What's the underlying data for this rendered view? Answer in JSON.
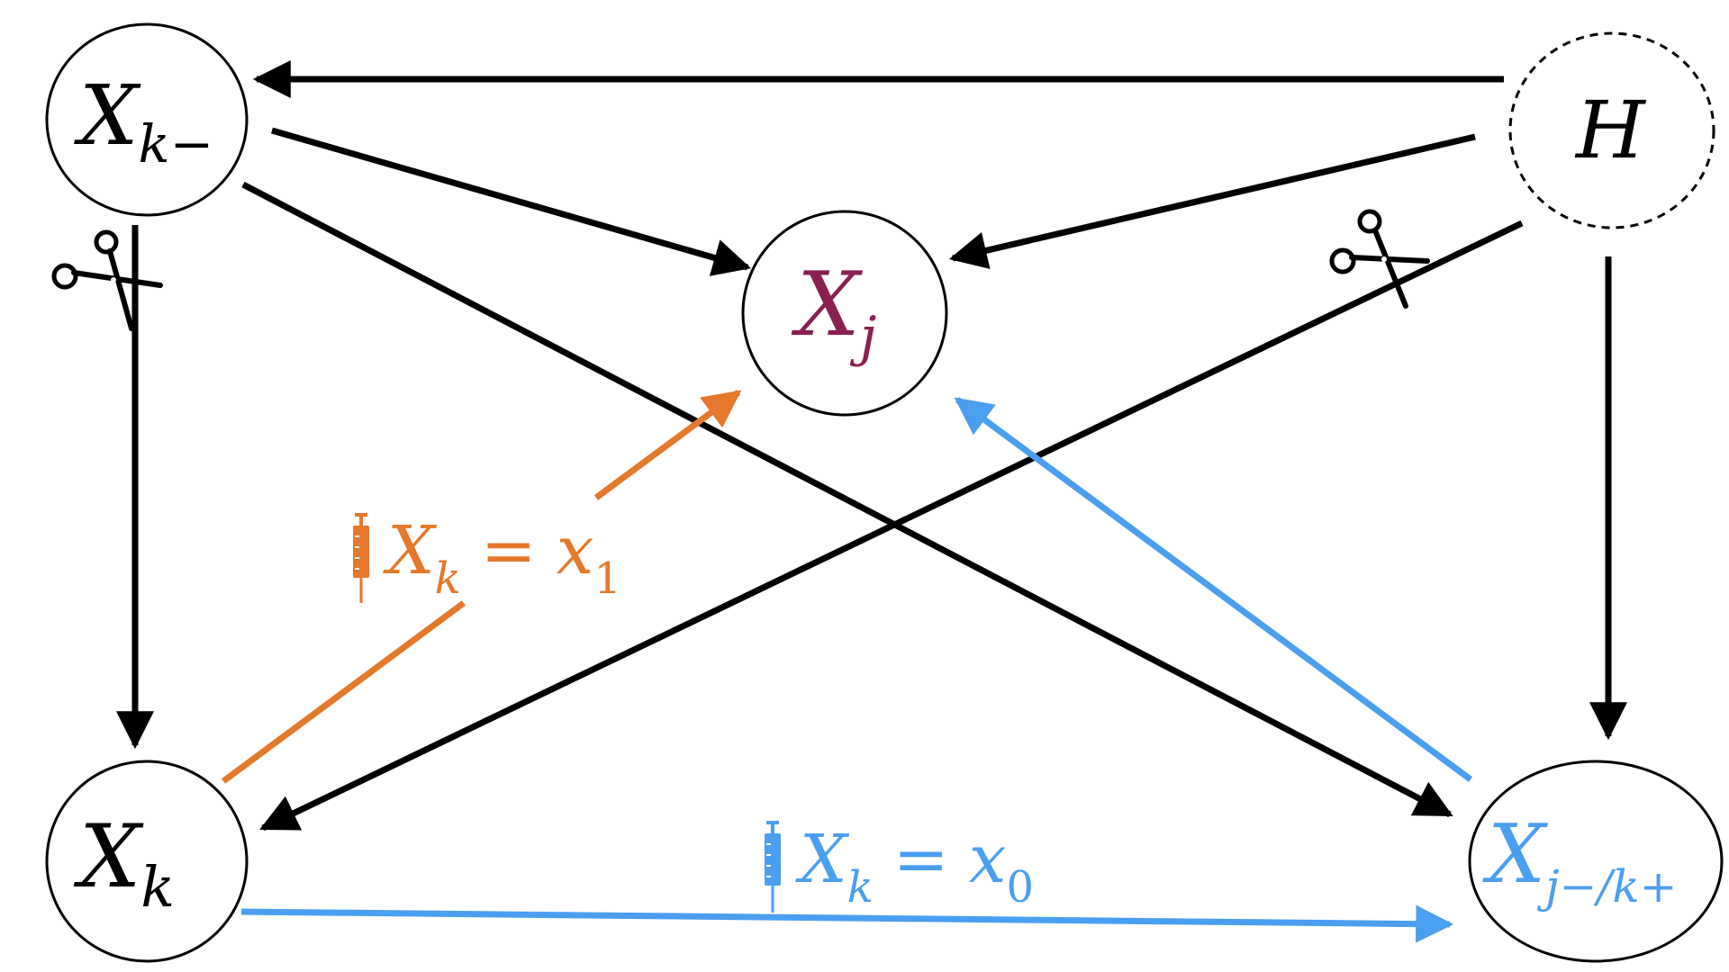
{
  "colors": {
    "edge": "#000000",
    "intervention_x1": "#e5782a",
    "intervention_x0": "#4a9ff0",
    "target_node": "#8a1f52",
    "outcome_node": "#4a9ff0",
    "latent_border": "#000000"
  },
  "nodes": {
    "xk_minus": {
      "base": "X",
      "sub": "k−"
    },
    "xj": {
      "base": "X",
      "sub": "j"
    },
    "h": {
      "base": "H"
    },
    "xk": {
      "base": "X",
      "sub": "k"
    },
    "xj_minus_k_plus": {
      "base": "X",
      "sub": "j−/k+"
    }
  },
  "icons": {
    "scissors": "scissors-icon",
    "syringe": "syringe-icon"
  },
  "labels": {
    "intervention_x1": {
      "base": "X",
      "sub": "k",
      "eq": "=",
      "val": "x",
      "val_sub": "1"
    },
    "intervention_x0": {
      "base": "X",
      "sub": "k",
      "eq": "=",
      "val": "x",
      "val_sub": "0"
    }
  }
}
